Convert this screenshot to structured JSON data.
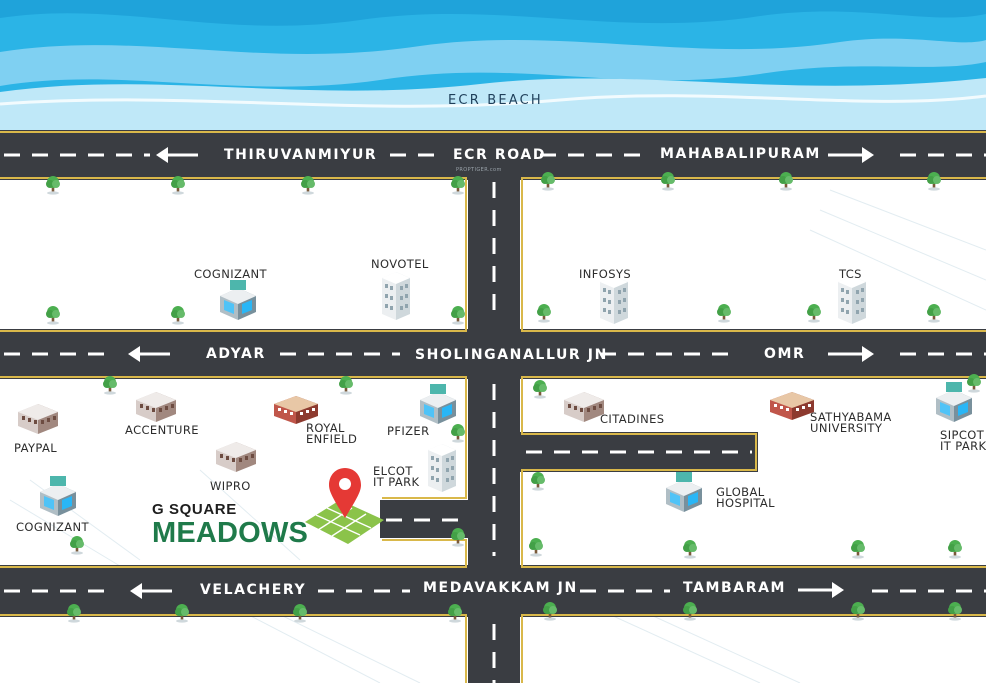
{
  "sea": {
    "label": "ECR BEACH"
  },
  "watermark": "PROPTIGER.com",
  "roads": {
    "ecr_road": "ECR ROAD",
    "thiruvanmiyur": "THIRUVANMIYUR",
    "mahabalipuram": "MAHABALIPURAM",
    "adyar": "ADYAR",
    "sholinganallur_jn": "SHOLINGANALLUR JN",
    "omr": "OMR",
    "velachery": "VELACHERY",
    "medavakkam_jn": "MEDAVAKKAM JN",
    "tambaram": "TAMBARAM"
  },
  "landmarks": {
    "cognizant_top": "COGNIZANT",
    "novotel": "NOVOTEL",
    "infosys": "INFOSYS",
    "tcs": "TCS",
    "paypal": "PAYPAL",
    "accenture": "ACCENTURE",
    "royal_enfield_1": "ROYAL",
    "royal_enfield_2": "ENFIELD",
    "pfizer": "PFIZER",
    "wipro": "WIPRO",
    "elcot_1": "ELCOT",
    "elcot_2": "IT PARK",
    "cognizant_bottom": "COGNIZANT",
    "citadines": "CITADINES",
    "sathyabama_1": "SATHYABAMA",
    "sathyabama_2": "UNIVERSITY",
    "sipcot_1": "SIPCOT",
    "sipcot_2": "IT PARK",
    "global_hospital_1": "GLOBAL",
    "global_hospital_2": "HOSPITAL"
  },
  "project": {
    "brand_top": "G SQUARE",
    "brand_main": "MEADOWS"
  },
  "colors": {
    "road": "#3a3d42",
    "road_edge": "#d9b84a",
    "sea_dark": "#2bb4e6",
    "sea_light": "#9fdcf5",
    "tree": "#4caf50",
    "pin": "#e53935",
    "plot": "#8bc34a",
    "brand": "#1f7a4a"
  },
  "icons": {
    "pin": "location-pin-icon",
    "tree": "tree-icon",
    "arrow": "arrow-icon",
    "building": "building-icon"
  }
}
